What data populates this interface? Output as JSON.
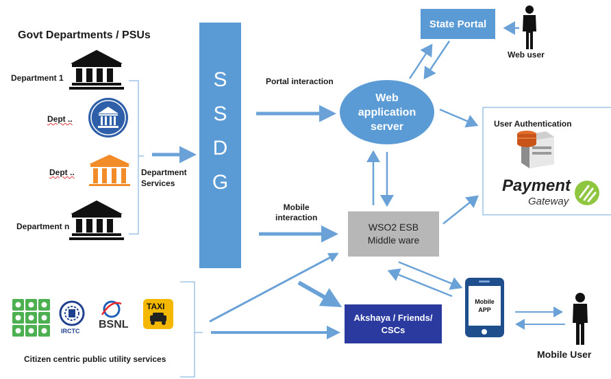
{
  "title": "Govt Departments / PSUs",
  "departments": [
    {
      "label": "Department 1",
      "icon": "bank-building-black-icon"
    },
    {
      "label": "Dept ..",
      "icon": "bank-building-blue-icon"
    },
    {
      "label": "Dept ..",
      "icon": "bank-building-orange-icon"
    },
    {
      "label": "Department n",
      "icon": "bank-building-black-icon"
    }
  ],
  "department_services": "Department\nServices",
  "ssdg_letters": [
    "S",
    "S",
    "D",
    "G"
  ],
  "portal_interaction": "Portal interaction",
  "mobile_interaction": "Mobile\ninteraction",
  "web_app_server": "Web\napplication\nserver",
  "state_portal": "State Portal",
  "web_user": "Web user",
  "user_authentication": "User Authentication",
  "payment": "Payment",
  "gateway": "Gateway",
  "esb": "WSO2 ESB\nMiddle ware",
  "akshaya": "Akshaya / Friends/\nCSCs",
  "mobile_app": "Mobile\nAPP",
  "mobile_user": "Mobile User",
  "citizen_services": "Citizen centric public utility services",
  "logos": {
    "irctc": "IRCTC",
    "bsnl": "BSNL",
    "taxi": "TAXI"
  },
  "colors": {
    "ssdg": "#5b9bd5",
    "arrow": "#6aa2d8",
    "web_server": "#5b9bd5",
    "state_portal": "#5b9bd5",
    "esb": "#b7b7b7",
    "akshaya": "#2b3a9f",
    "bracket": "#9dc3e6",
    "orange": "#f28c28",
    "green": "#4caf50",
    "taxi": "#f5b800"
  }
}
